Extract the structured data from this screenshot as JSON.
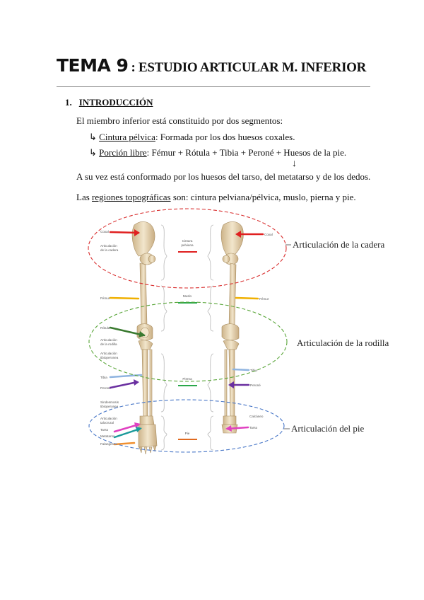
{
  "title": {
    "number": "TEMA 9",
    "rest": ": ESTUDIO ARTICULAR M. INFERIOR"
  },
  "section": {
    "number": "1.",
    "label": "INTRODUCCIÓN"
  },
  "paragraphs": {
    "intro": "El miembro inferior está constituido por dos segmentos:",
    "bullet1_mark": "↳",
    "bullet1_term": "Cintura pélvica",
    "bullet1_rest": ": Formada por los dos huesos coxales.",
    "bullet2_mark": "↳",
    "bullet2_term": "Porción libre",
    "bullet2_rest": ": Fémur + Rótula + Tibia + Peroné + Huesos de la pie.",
    "down_arrow": "↓",
    "line3": "A su vez está conformado por los huesos del tarso, del metatarso y de los dedos.",
    "line4_pre": "Las ",
    "line4_term": "regiones topográficas",
    "line4_rest": " son: cintura pelviana/pélvica, muslo, pierna y pie."
  },
  "figure": {
    "left_labels": {
      "coxal": "Coxal",
      "art_cadera_1": "Articulación",
      "art_cadera_2": "de la cadera",
      "femur": "Fémur",
      "rotula": "Rótula",
      "art_rodilla_1": "Articulación",
      "art_rodilla_2": "de la rodilla",
      "art_tibio_1": "Articulación",
      "art_tibio_2": "tibioperonea",
      "tibia": "Tibia",
      "perone": "Peroné",
      "sindesmosis_1": "Sindesmosis",
      "sindesmosis_2": "tibioperonea",
      "art_tobillo_1": "Articulación",
      "art_tobillo_2": "talocrural",
      "tarso": "Tarso",
      "metatarso": "Metatarso",
      "falanges": "Falanges"
    },
    "center_labels": {
      "cintura_1": "Cintura",
      "cintura_2": "pelviana",
      "muslo": "Muslo",
      "pierna": "Pierna",
      "pie": "Pie"
    },
    "right_labels": {
      "coxal": "Coxal",
      "femur": "Fémur",
      "tibia": "Tibia",
      "perone": "Peroné",
      "calcaneo": "Calcáneo",
      "tarso": "Tarso"
    },
    "annotations": {
      "cadera": "Articulación de la cadera",
      "rodilla": "Articulación de la rodilla",
      "pie": "Articulación del pie"
    },
    "colors": {
      "cadera_ellipse": "#d93030",
      "rodilla_ellipse": "#5aa63a",
      "pie_ellipse": "#4a78c8",
      "coxal_arrow": "#e02020",
      "femur_arrow": "#f0b000",
      "rotula_arrow": "#3a7a30",
      "tibia_arrow": "#8fb4e0",
      "perone_arrow": "#6a2fa0",
      "tarso_arrow": "#e040c0",
      "metatarso_arrow": "#1a9a9a",
      "falanges_arrow": "#f09030",
      "bone": "#ead9b4"
    }
  }
}
